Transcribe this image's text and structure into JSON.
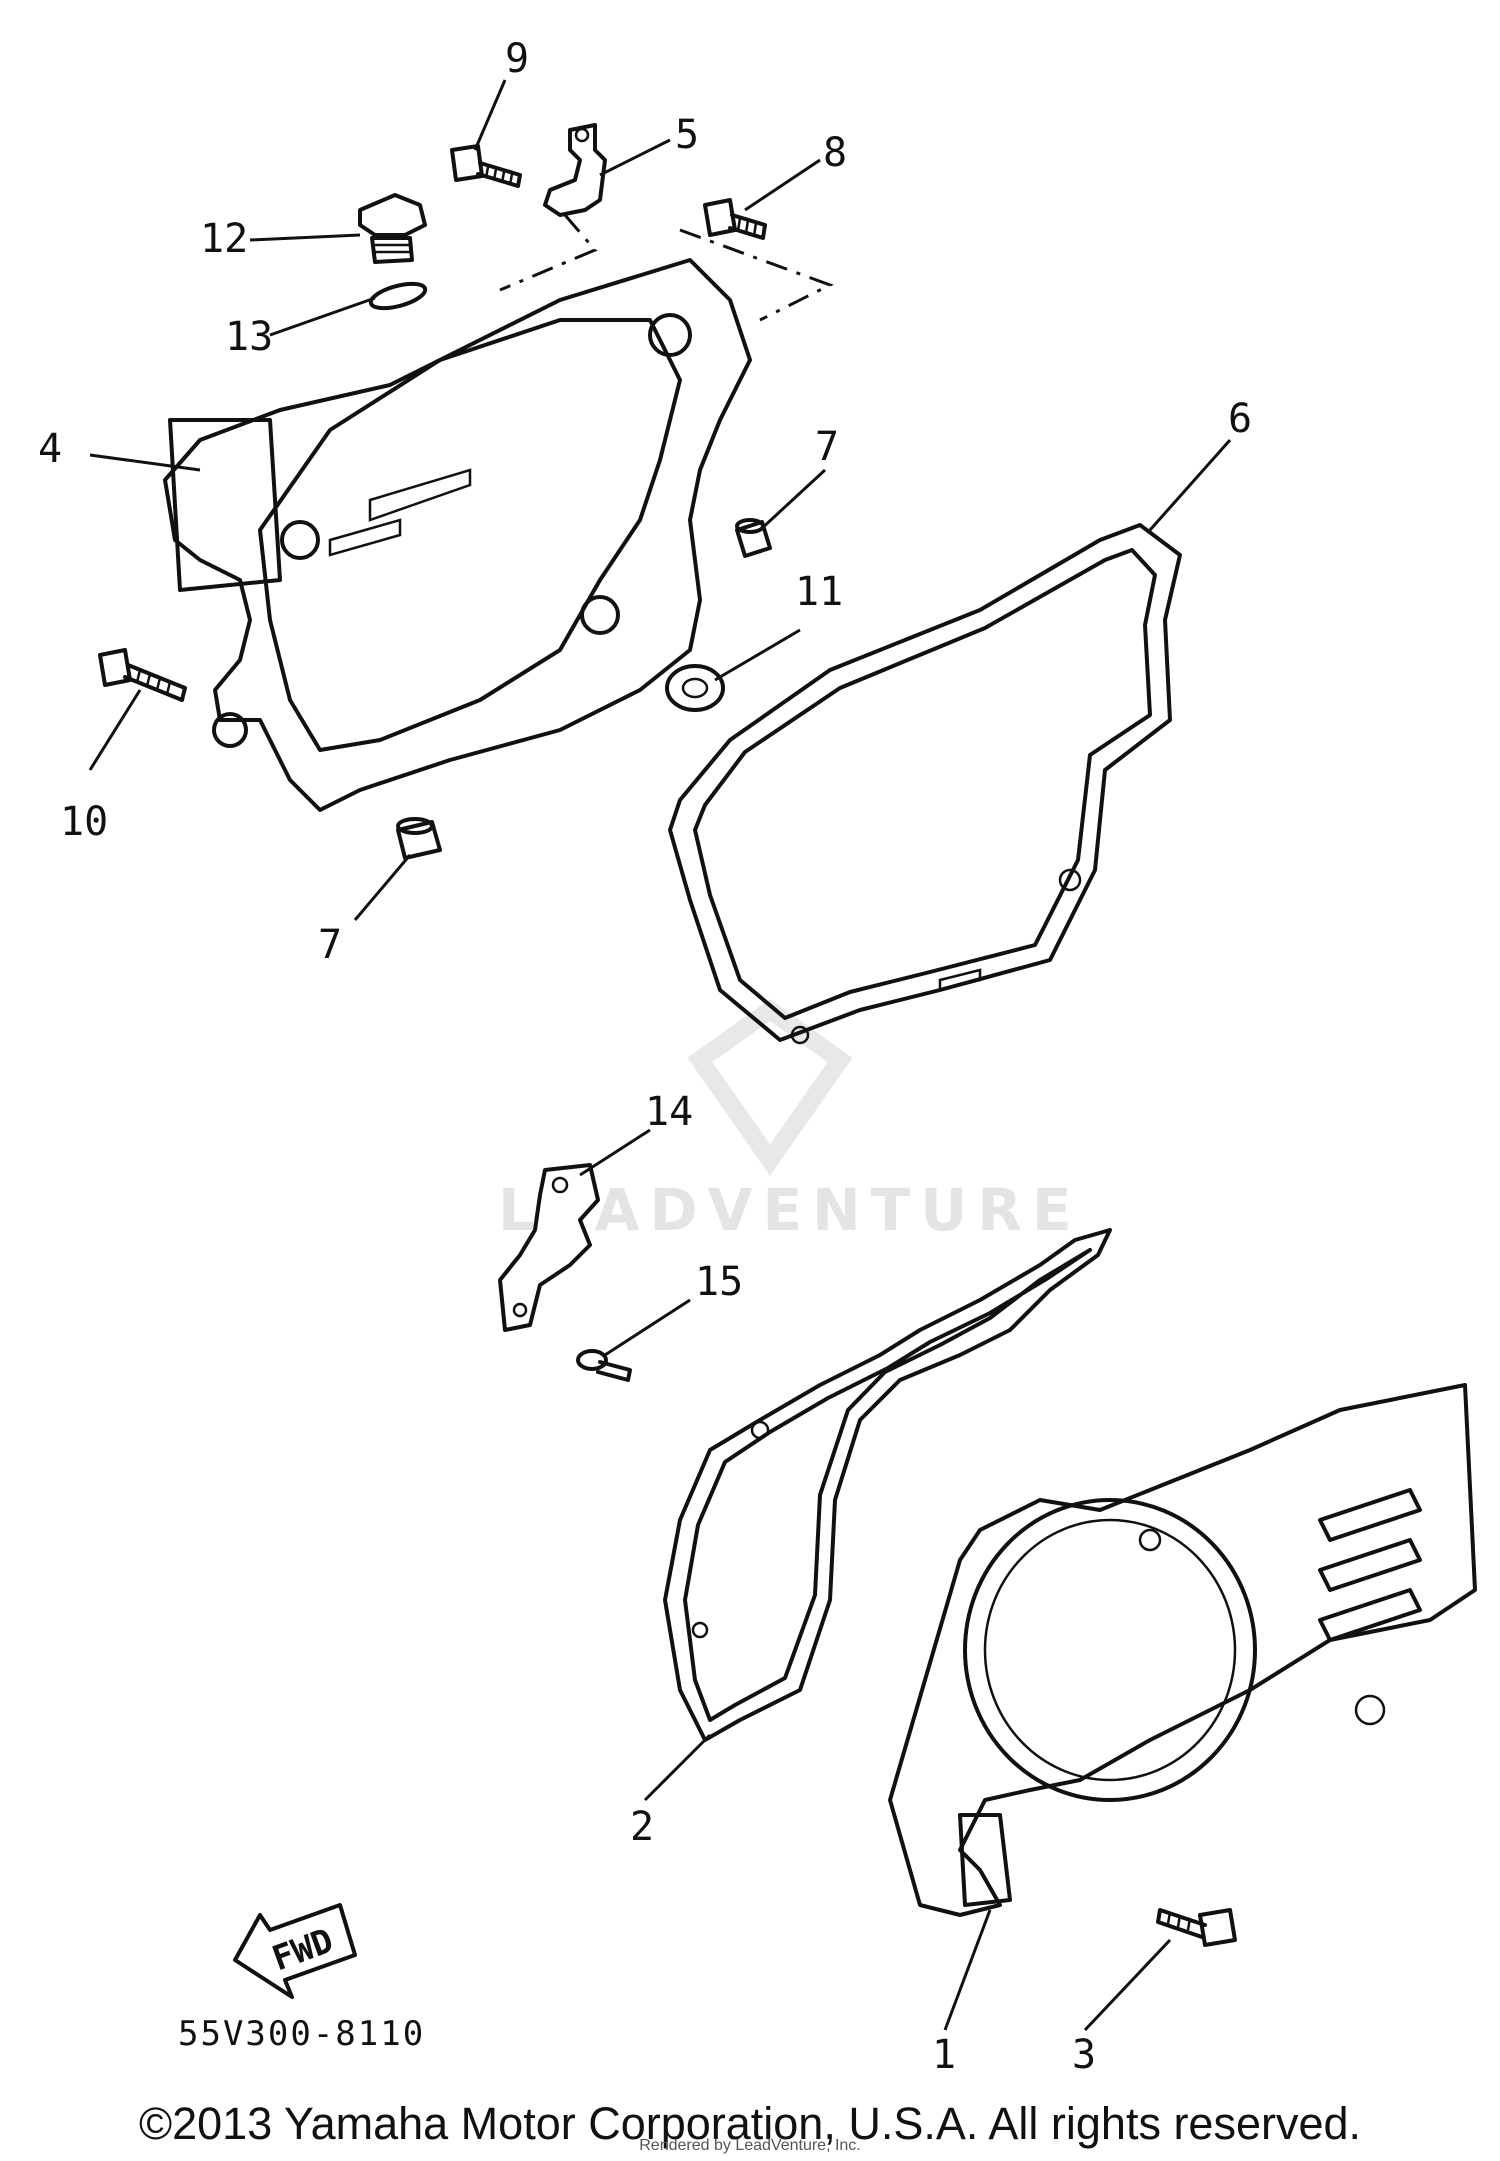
{
  "diagram": {
    "callouts": {
      "c1": "1",
      "c2": "2",
      "c3": "3",
      "c4": "4",
      "c5": "5",
      "c6": "6",
      "c7a": "7",
      "c7b": "7",
      "c8": "8",
      "c9": "9",
      "c10": "10",
      "c11": "11",
      "c12": "12",
      "c13": "13",
      "c14": "14",
      "c15": "15"
    },
    "direction_label": "FWD",
    "part_code": "55V300-8110",
    "watermark": "LEADVENTURE"
  },
  "footer": {
    "copyright": "©2013 Yamaha Motor Corporation, U.S.A. All rights reserved.",
    "rendered_by": "Rendered by LeadVenture, Inc."
  }
}
